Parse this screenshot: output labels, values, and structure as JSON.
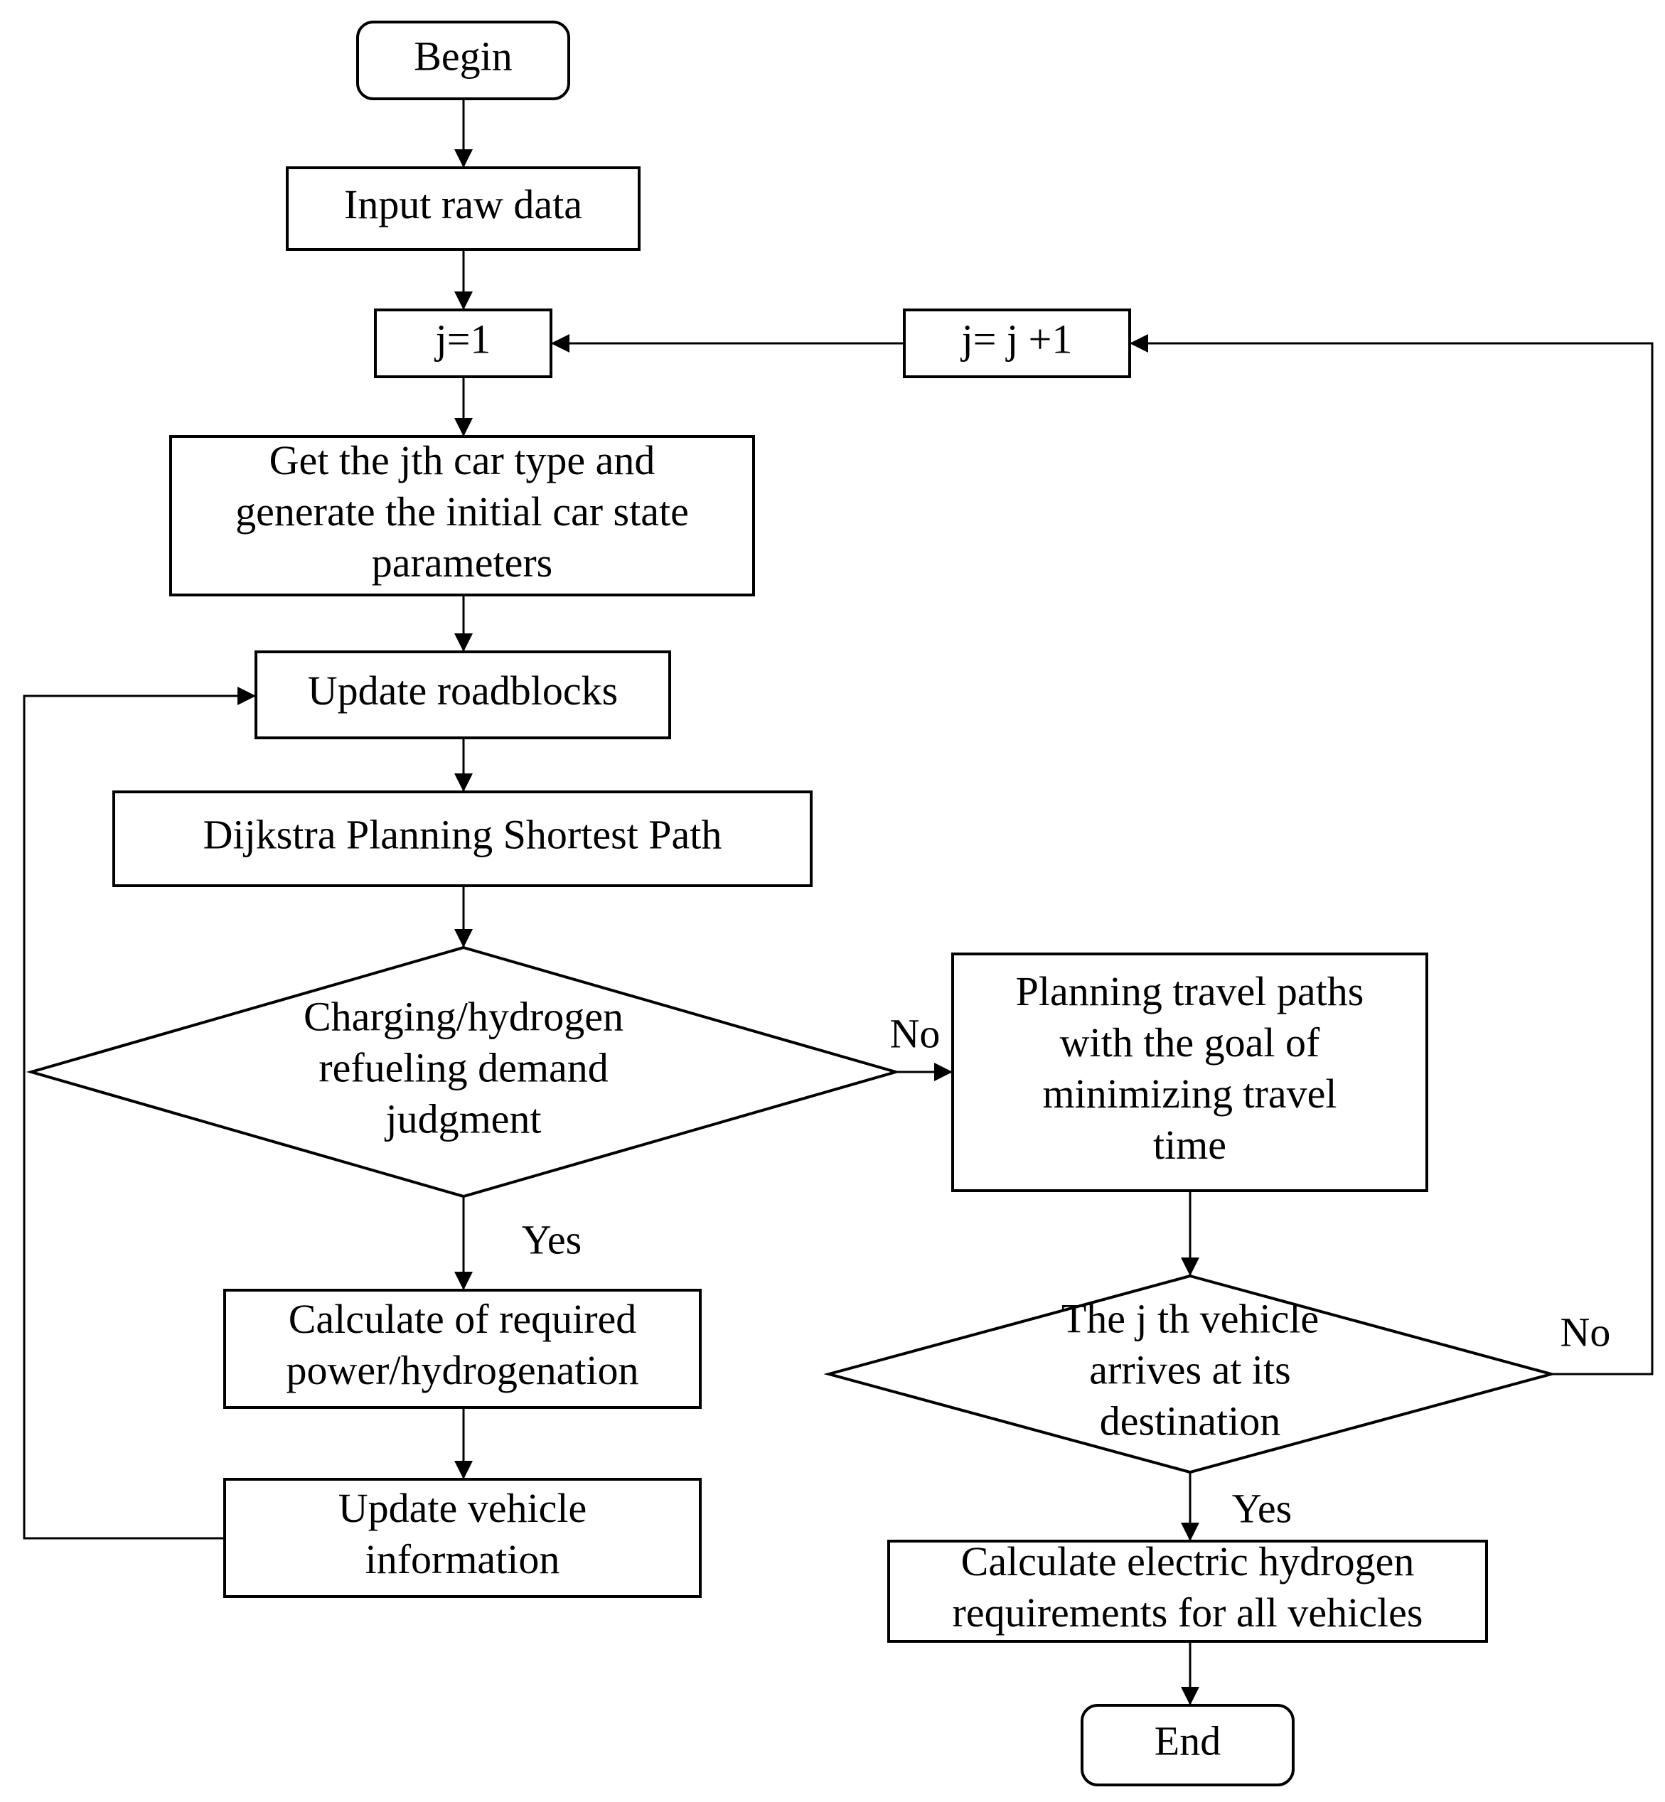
{
  "nodes": {
    "begin": {
      "kind": "terminal",
      "lines": [
        "Begin"
      ]
    },
    "input": {
      "kind": "process",
      "lines": [
        "Input raw data"
      ]
    },
    "init_j": {
      "kind": "process",
      "lines": [
        "j=1"
      ]
    },
    "incr_j": {
      "kind": "process",
      "lines": [
        "j= j +1"
      ]
    },
    "get_car": {
      "kind": "process",
      "lines": [
        "Get the jth car type and",
        "generate the initial car state",
        "parameters"
      ]
    },
    "update_roadblocks": {
      "kind": "process",
      "lines": [
        "Update roadblocks"
      ]
    },
    "dijkstra": {
      "kind": "process",
      "lines": [
        "Dijkstra Planning Shortest Path"
      ]
    },
    "demand": {
      "kind": "decision",
      "lines": [
        "Charging/hydrogen",
        "refueling demand",
        "judgment"
      ]
    },
    "plan_paths": {
      "kind": "process",
      "lines": [
        "Planning travel paths",
        "with the goal of",
        "minimizing travel",
        "time"
      ]
    },
    "calc_power": {
      "kind": "process",
      "lines": [
        "Calculate of required",
        "power/hydrogenation"
      ]
    },
    "update_vehicle": {
      "kind": "process",
      "lines": [
        "Update vehicle",
        "information"
      ]
    },
    "arrives": {
      "kind": "decision",
      "lines": [
        "The j th vehicle",
        "arrives at its",
        "destination"
      ]
    },
    "calc_all": {
      "kind": "process",
      "lines": [
        "Calculate electric hydrogen",
        "requirements for all vehicles"
      ]
    },
    "end": {
      "kind": "terminal",
      "lines": [
        "End"
      ]
    }
  },
  "edges": [
    {
      "from": "begin",
      "to": "input",
      "label": ""
    },
    {
      "from": "input",
      "to": "init_j",
      "label": ""
    },
    {
      "from": "incr_j",
      "to": "init_j",
      "label": ""
    },
    {
      "from": "init_j",
      "to": "get_car",
      "label": ""
    },
    {
      "from": "get_car",
      "to": "update_roadblocks",
      "label": ""
    },
    {
      "from": "update_roadblocks",
      "to": "dijkstra",
      "label": ""
    },
    {
      "from": "dijkstra",
      "to": "demand",
      "label": ""
    },
    {
      "from": "demand",
      "to": "plan_paths",
      "label": "No"
    },
    {
      "from": "demand",
      "to": "calc_power",
      "label": "Yes"
    },
    {
      "from": "calc_power",
      "to": "update_vehicle",
      "label": ""
    },
    {
      "from": "update_vehicle",
      "to": "update_roadblocks",
      "label": ""
    },
    {
      "from": "plan_paths",
      "to": "arrives",
      "label": ""
    },
    {
      "from": "arrives",
      "to": "incr_j",
      "label": "No"
    },
    {
      "from": "arrives",
      "to": "calc_all",
      "label": "Yes"
    },
    {
      "from": "calc_all",
      "to": "end",
      "label": ""
    }
  ]
}
